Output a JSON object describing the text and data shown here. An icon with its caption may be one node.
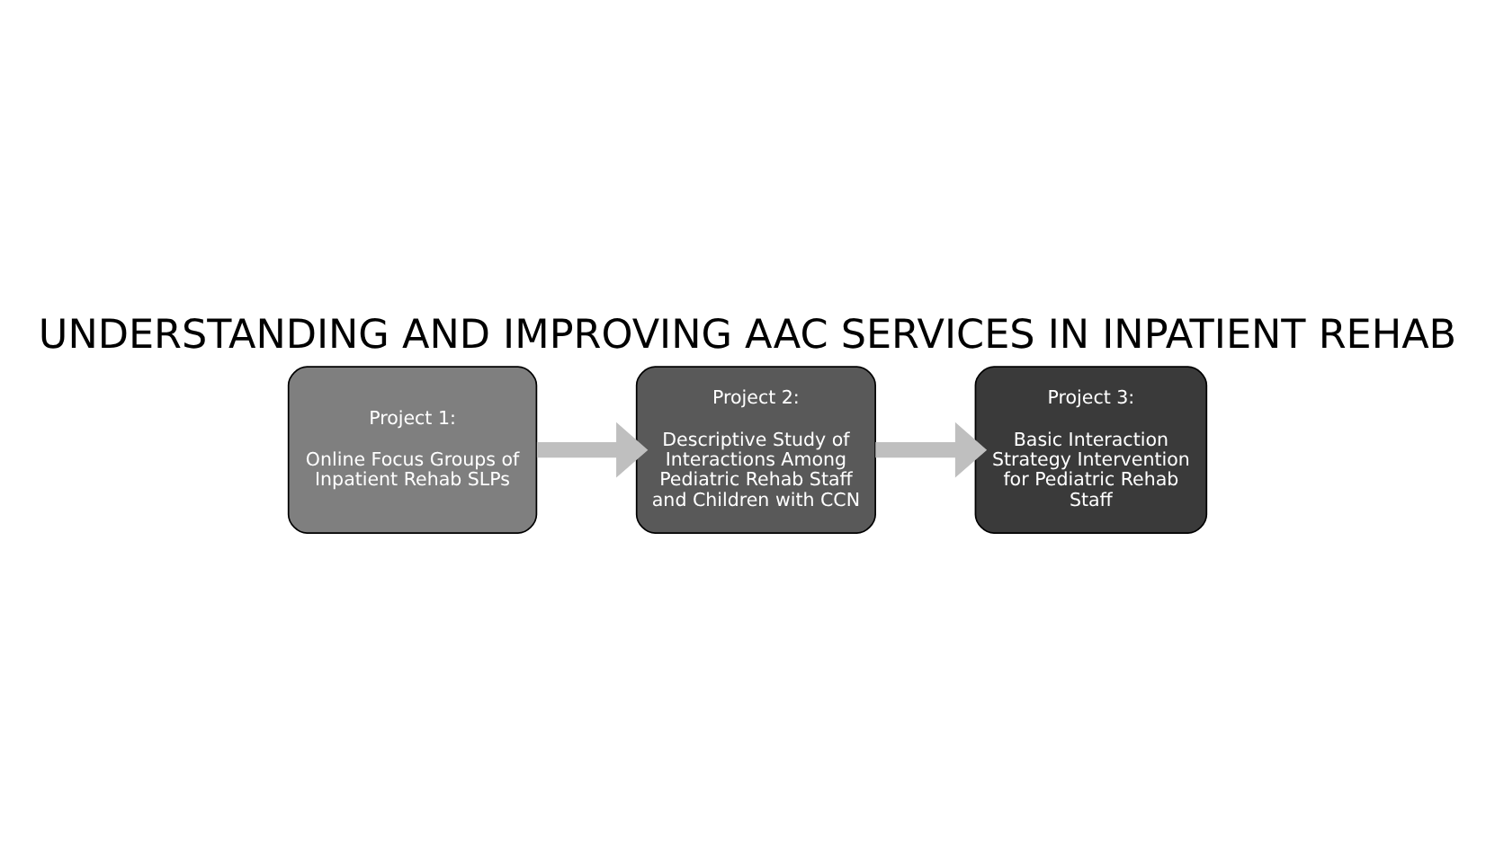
{
  "diagram": {
    "title": "UNDERSTANDING AND IMPROVING AAC SERVICES IN INPATIENT REHAB",
    "nodes": [
      {
        "text": [
          "Project 1:",
          "Online Focus Groups of Inpatient Rehab SLPs"
        ]
      },
      {
        "text": [
          "Project 2:",
          "Descriptive Study of Interactions Among Pediatric Rehab Staff and Children with CCN"
        ]
      },
      {
        "text": [
          "Project 3:",
          "Basic Interaction Strategy Intervention for Pediatric Rehab Staff"
        ]
      }
    ],
    "edges": [
      {
        "from": 0,
        "to": 1,
        "arrow": "to"
      },
      {
        "from": 1,
        "to": 2,
        "arrow": "to"
      }
    ]
  }
}
